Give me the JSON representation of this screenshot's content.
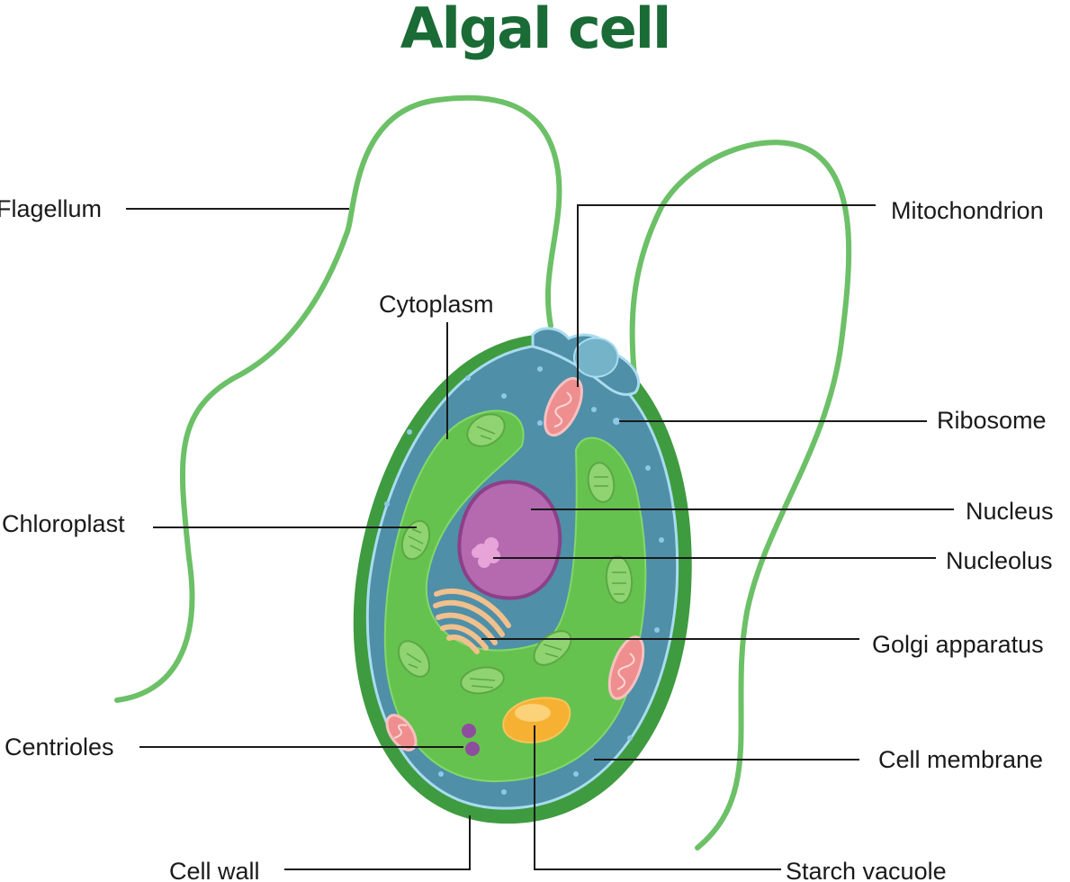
{
  "title": "Algal cell",
  "labels": {
    "flagellum": "Flagellum",
    "cytoplasm": "Cytoplasm",
    "chloroplast": "Chloroplast",
    "centrioles": "Centrioles",
    "cell_wall": "Cell wall",
    "mitochondrion": "Mitochondrion",
    "ribosome": "Ribosome",
    "nucleus": "Nucleus",
    "nucleolus": "Nucleolus",
    "golgi_apparatus": "Golgi apparatus",
    "cell_membrane": "Cell membrane",
    "starch_vacuole": "Starch vacuole"
  },
  "colors": {
    "title": "#1a6b36",
    "cell_wall": "#3f9b3f",
    "cytoplasm": "#4f8fa8",
    "membrane": "#a9dcf0",
    "chloroplast": "#66c24e",
    "nucleus": "#b56ab0",
    "mitochondrion": "#ef8e8e",
    "starch_vacuole": "#f6b133",
    "flagellum": "#6cc067"
  }
}
